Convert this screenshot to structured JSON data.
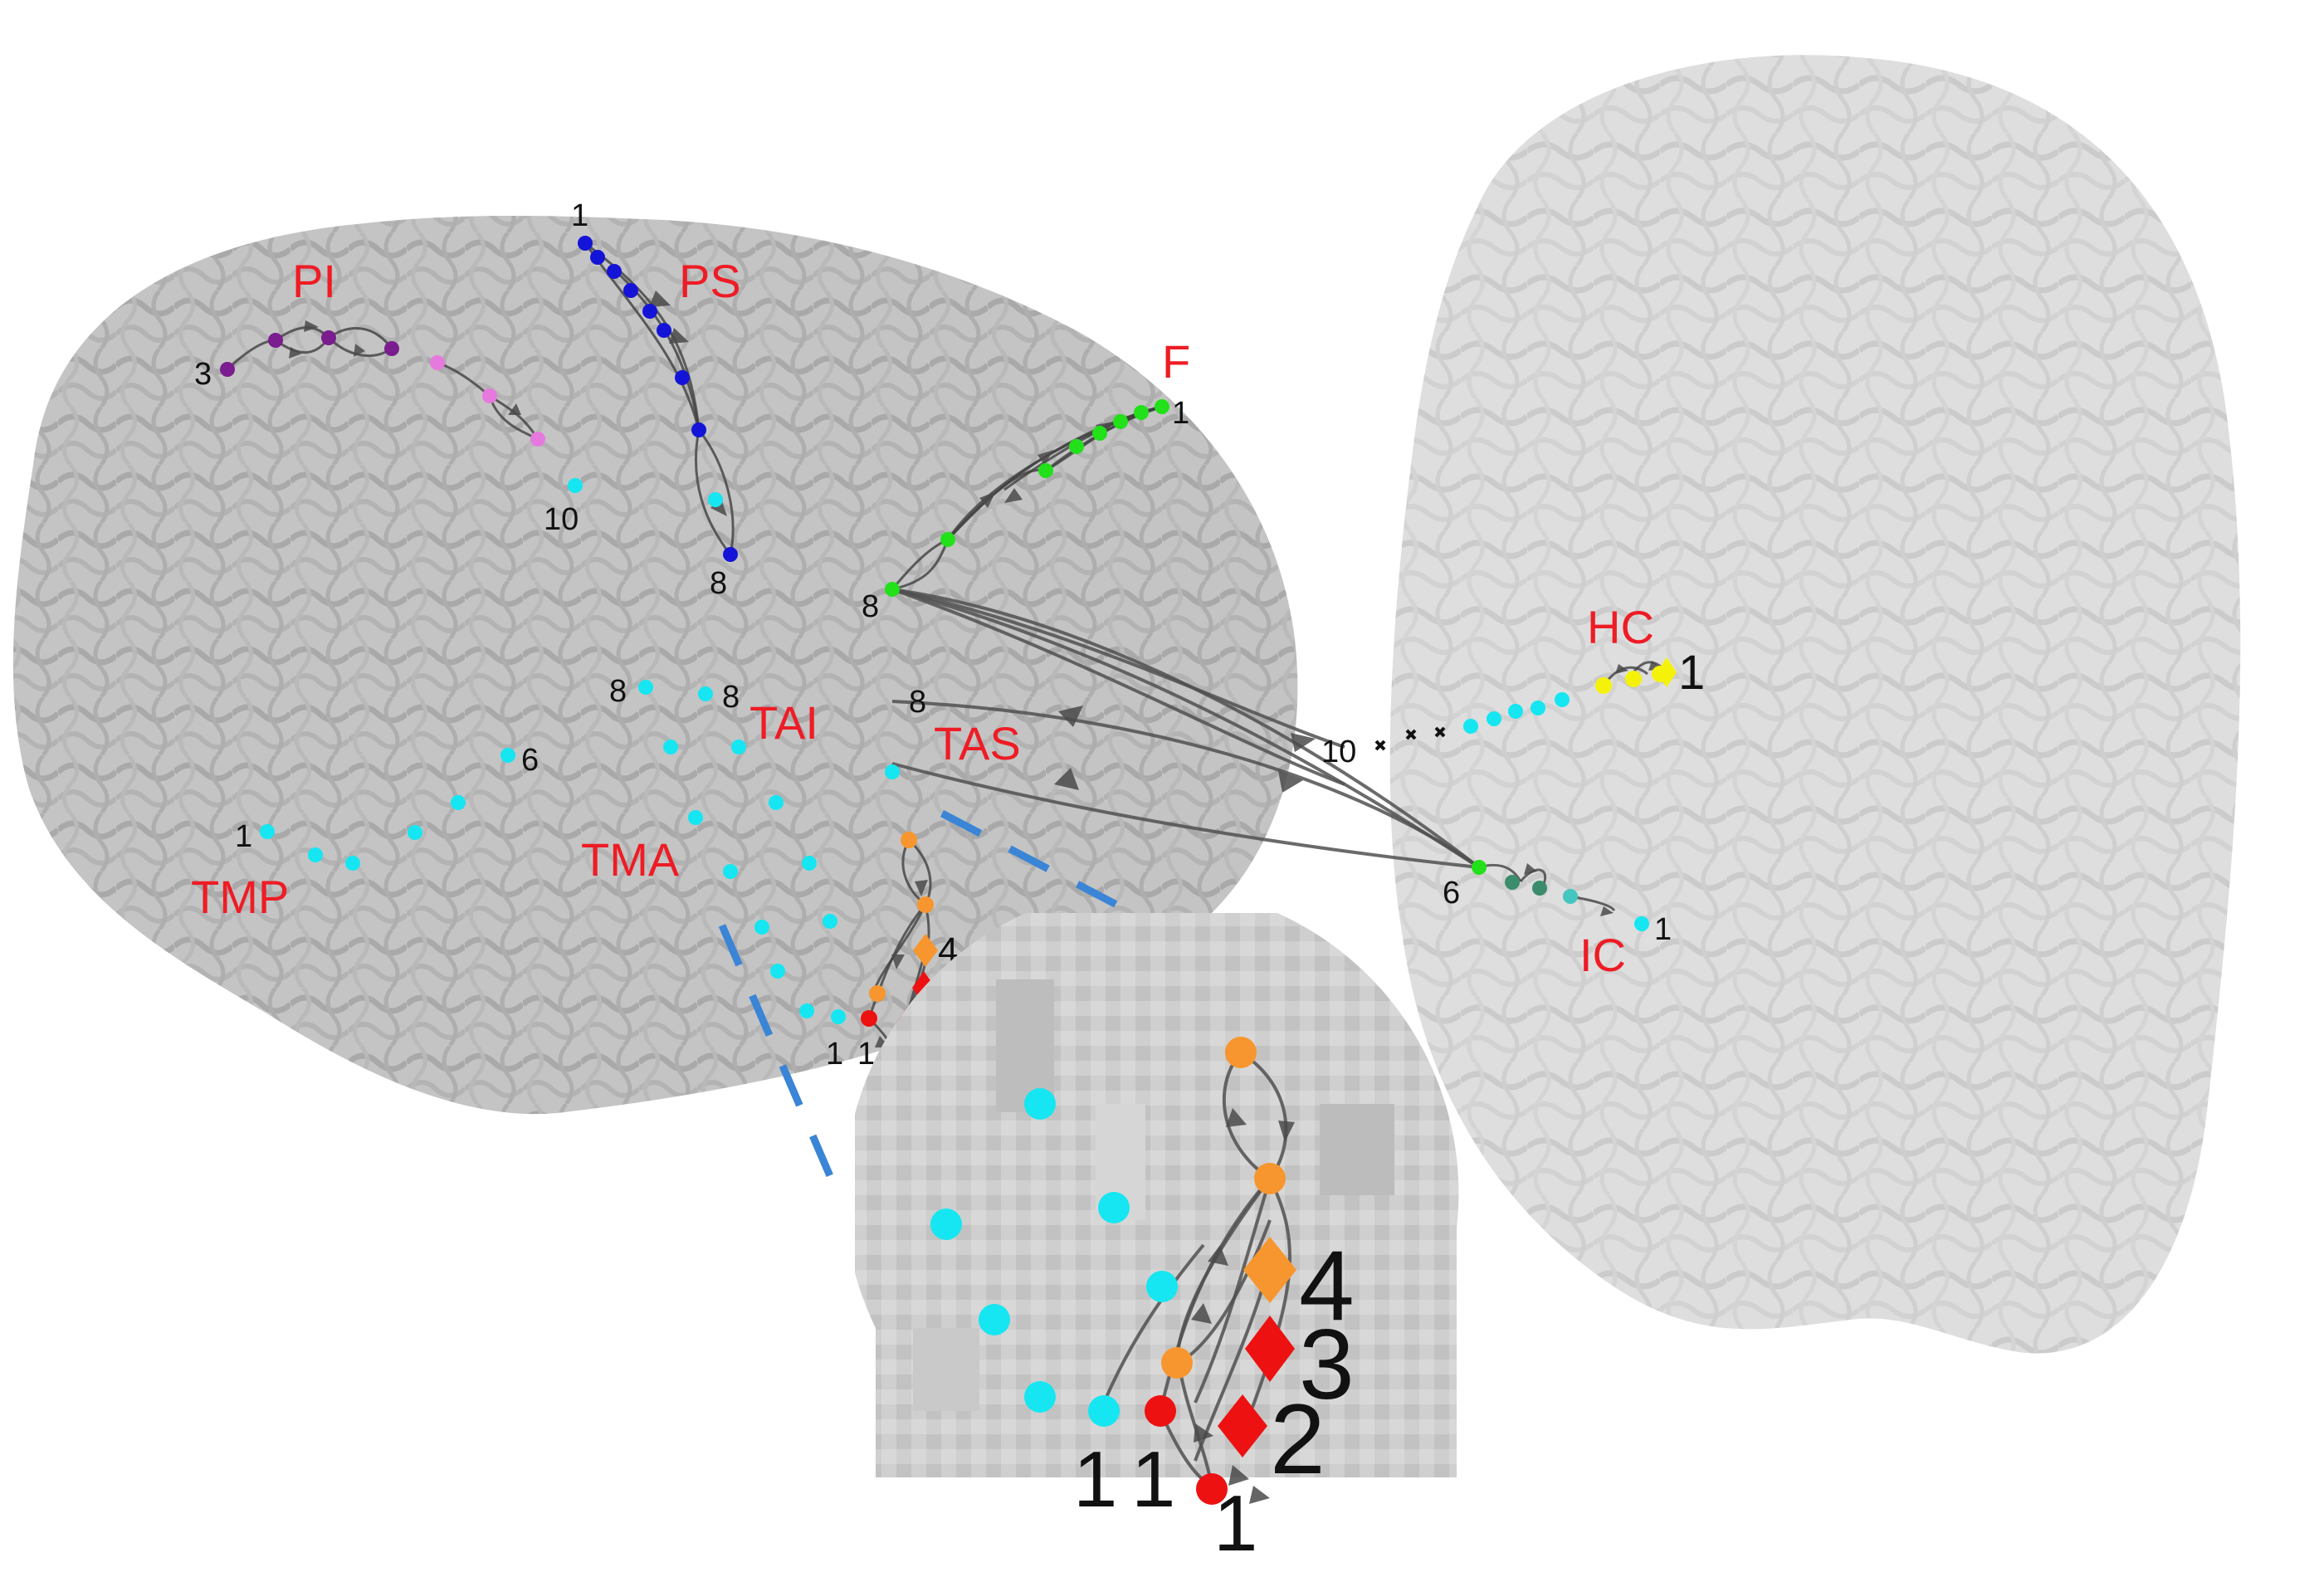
{
  "colors": {
    "red_label": "#ee1c25",
    "cyan": "#15e6f2",
    "blue": "#1414d8",
    "green": "#22e01a",
    "purple": "#7a1d8e",
    "pink": "#e679dd",
    "orange": "#f7962e",
    "red": "#ee1111",
    "yellow": "#f5f20a",
    "teal_dark": "#3a8c6c",
    "teal_light": "#43c6c0",
    "zoom_dash": "#3a85d6"
  },
  "region_labels": {
    "pi": "PI",
    "ps": "PS",
    "f": "F",
    "hc": "HC",
    "tai": "TAI",
    "tas": "TAS",
    "tma": "TMA",
    "tmp": "TMP",
    "ic": "IC"
  },
  "contact_numbers": {
    "pi_3": "3",
    "ps_1": "1",
    "ps_8": "8",
    "pi_10": "10",
    "f_1": "1",
    "f_8": "8",
    "hc_1": "1",
    "hc_10": "10",
    "tai_8a": "8",
    "tai_8b": "8",
    "tas_8": "8",
    "tmp_6": "6",
    "tmp_1": "1",
    "ic_6": "6",
    "ic_1": "1",
    "tma_1a": "1",
    "tma_1b": "1",
    "tma_1c": "1",
    "d4": "4",
    "d3": "3",
    "d2": "2"
  },
  "zoom_labels": {
    "n4": "4",
    "n3": "3",
    "n2": "2",
    "n1a": "1",
    "n1b": "1",
    "n1c": "1"
  },
  "icons": {
    "brain_left": "sagittal-brain-icon",
    "brain_right": "coronal-brain-icon",
    "zoom": "magnified-inset"
  }
}
